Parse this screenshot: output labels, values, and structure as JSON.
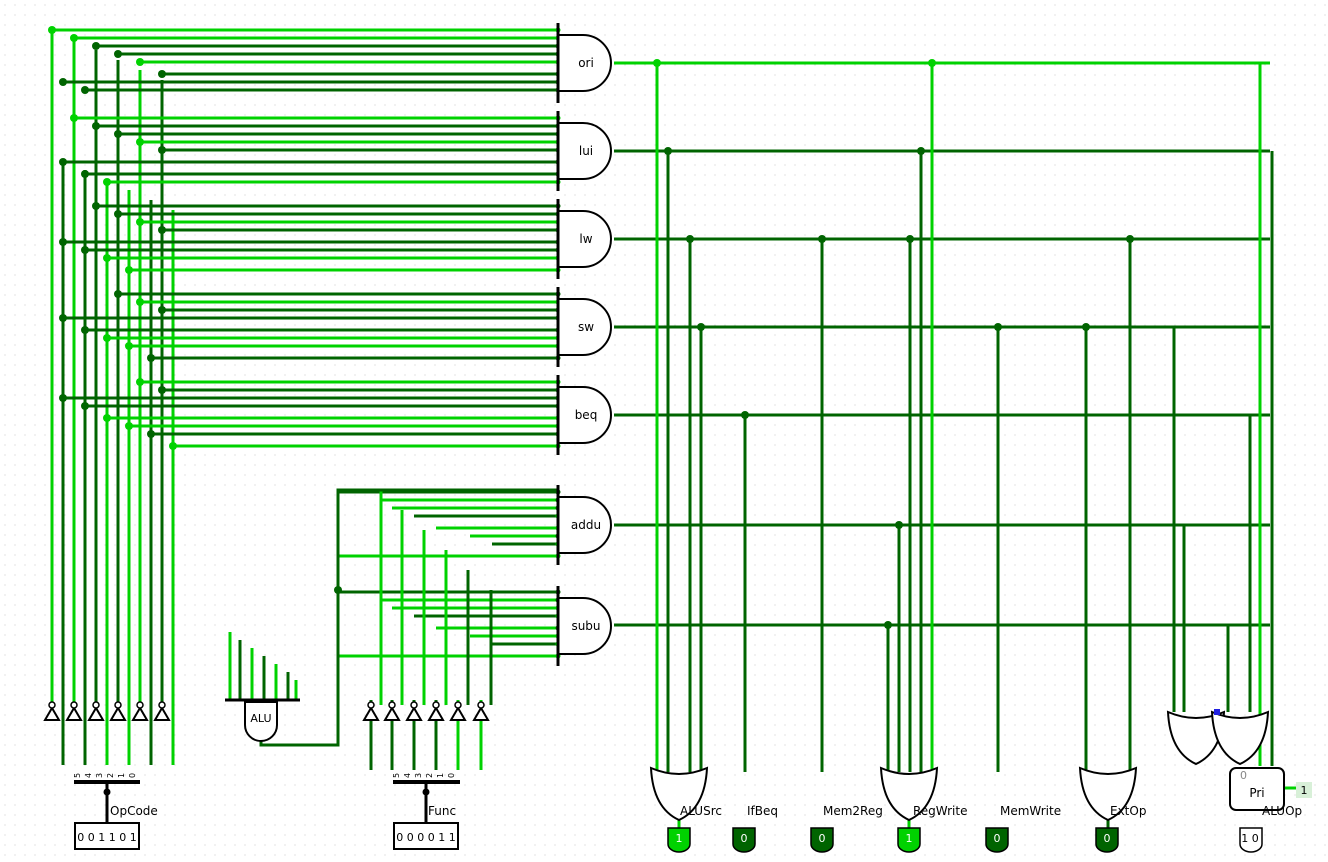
{
  "colors": {
    "wire_on": "#00d200",
    "wire_off": "#006400",
    "bus": "#000000",
    "gate_stroke": "#000000",
    "grid_dot": "#c8c8c8",
    "pin_on": "#00d200",
    "pin_off": "#006400",
    "conflict": "#2020e0"
  },
  "gate_labels": {
    "ori": "ori",
    "lui": "lui",
    "lw": "lw",
    "sw": "sw",
    "beq": "beq",
    "addu": "addu",
    "subu": "subu",
    "alu": "ALU",
    "pri": "Pri"
  },
  "inputs": {
    "opcode": {
      "label": "OpCode",
      "value": "0 0 1 1 0 1"
    },
    "func": {
      "label": "Func",
      "value": "0 0 0 0 1 1"
    }
  },
  "splitter_bits": {
    "labels": [
      "5",
      "4",
      "3",
      "2",
      "1",
      "0"
    ]
  },
  "outputs": [
    {
      "id": "alusrc",
      "label": "ALUSrc",
      "value": "1",
      "state": "on"
    },
    {
      "id": "ifbeq",
      "label": "IfBeq",
      "value": "0",
      "state": "off"
    },
    {
      "id": "mem2reg",
      "label": "Mem2Reg",
      "value": "0",
      "state": "off"
    },
    {
      "id": "regwrite",
      "label": "RegWrite",
      "value": "1",
      "state": "on"
    },
    {
      "id": "memwrite",
      "label": "MemWrite",
      "value": "0",
      "state": "off"
    },
    {
      "id": "extop",
      "label": "ExtOp",
      "value": "0",
      "state": "off"
    },
    {
      "id": "aluop",
      "label": "ALUOp",
      "value": "1 0",
      "state": "mixed"
    }
  ],
  "priority_encoder": {
    "label": "Pri",
    "select_value": "0",
    "enable_out_value": "1"
  }
}
